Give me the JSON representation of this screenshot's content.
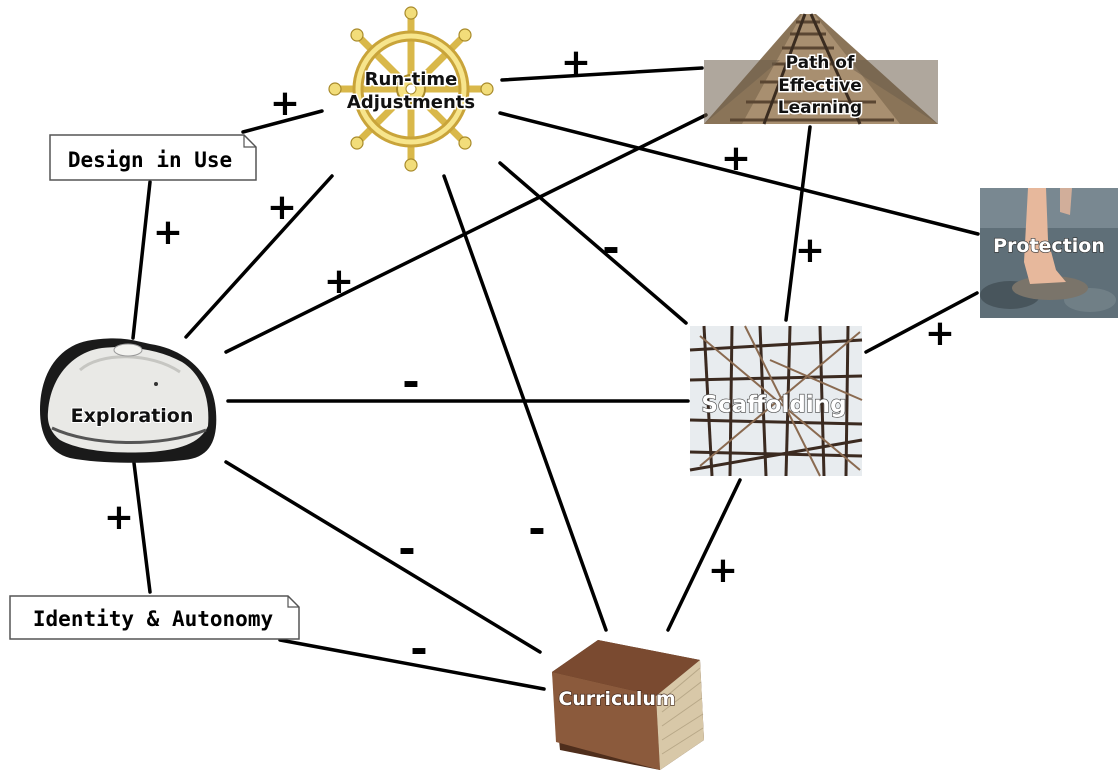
{
  "nodes": {
    "runtime": {
      "label_line1": "Run-time",
      "label_line2": "Adjustments",
      "icon": "ship-wheel-icon"
    },
    "path": {
      "label_line1": "Path of",
      "label_line2": "Effective",
      "label_line3": "Learning",
      "icon": "railway-track-icon"
    },
    "protection": {
      "label": "Protection",
      "icon": "foot-on-stone-icon"
    },
    "scaffolding": {
      "label": "Scaffolding",
      "icon": "scaffolding-icon"
    },
    "exploration": {
      "label": "Exploration",
      "icon": "pith-helmet-icon"
    },
    "curriculum": {
      "label": "Curriculum",
      "icon": "book-icon"
    },
    "design_in_use": {
      "label": "Design in Use"
    },
    "identity": {
      "label": "Identity & Autonomy"
    }
  },
  "relations": [
    {
      "from": "Design in Use",
      "to": "Run-time Adjustments",
      "sign": "+"
    },
    {
      "from": "Run-time Adjustments",
      "to": "Path of Effective Learning",
      "sign": "+"
    },
    {
      "from": "Run-time Adjustments",
      "to": "Protection",
      "sign": "+"
    },
    {
      "from": "Design in Use",
      "to": "Exploration",
      "sign": "+"
    },
    {
      "from": "Run-time Adjustments",
      "to": "Exploration",
      "sign": "+"
    },
    {
      "from": "Path of Effective Learning",
      "to": "Exploration",
      "sign": "+"
    },
    {
      "from": "Run-time Adjustments",
      "to": "Scaffolding",
      "sign": "-"
    },
    {
      "from": "Path of Effective Learning",
      "to": "Scaffolding",
      "sign": "+"
    },
    {
      "from": "Protection",
      "to": "Scaffolding",
      "sign": "+"
    },
    {
      "from": "Exploration",
      "to": "Scaffolding",
      "sign": "-"
    },
    {
      "from": "Run-time Adjustments",
      "to": "Curriculum",
      "sign": "-"
    },
    {
      "from": "Exploration",
      "to": "Curriculum",
      "sign": "-"
    },
    {
      "from": "Scaffolding",
      "to": "Curriculum",
      "sign": "+"
    },
    {
      "from": "Exploration",
      "to": "Identity & Autonomy",
      "sign": "+"
    },
    {
      "from": "Identity & Autonomy",
      "to": "Curriculum",
      "sign": "-"
    }
  ]
}
